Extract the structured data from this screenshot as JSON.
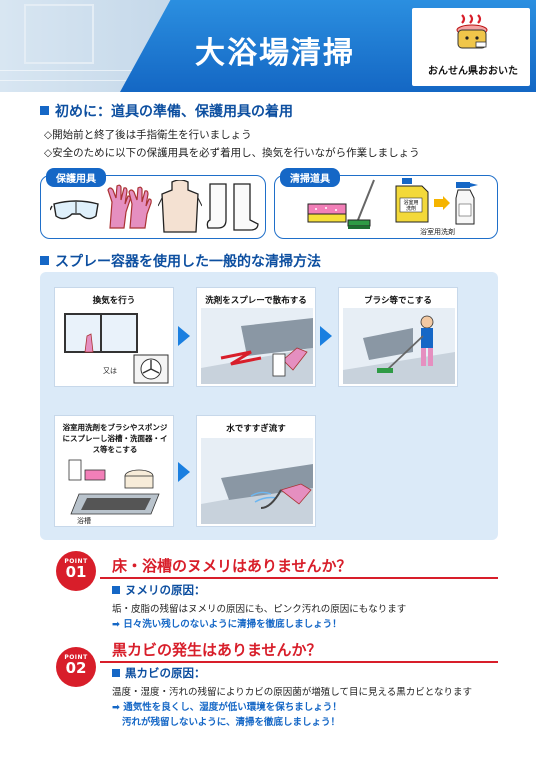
{
  "header": {
    "title": "大浴場清掃",
    "logo_text": "おんせん県おおいた",
    "brand_color": "#1567c6"
  },
  "intro": {
    "heading": "初めに：道具の準備、保護用具の着用",
    "lines": [
      "◇開始前と終了後は手指衛生を行いましょう",
      "◇安全のために以下の保護用具を必ず着用し、換気を行いながら作業しましょう"
    ]
  },
  "protective": {
    "tag": "保護用具",
    "items": [
      "goggles-icon",
      "gloves-icon",
      "apron-icon",
      "boots-icon"
    ]
  },
  "cleaning_tools": {
    "tag": "清掃道具",
    "bottle_label": "浴室用\n洗剤",
    "caption": "浴室用洗剤"
  },
  "spray": {
    "heading": "スプレー容器を使用した一般的な清掃方法",
    "steps": [
      {
        "title": "換気を行う",
        "sub": "又は"
      },
      {
        "title": "洗剤をスプレーで散布する"
      },
      {
        "title": "ブラシ等でこする"
      },
      {
        "title": "浴室用洗剤をブラシやスポンジにスプレーし浴槽・洗面器・イス等をこする",
        "sub": "浴槽"
      },
      {
        "title": "水ですすぎ流す"
      }
    ]
  },
  "points": [
    {
      "label": "POINT",
      "number": "01",
      "title": "床・浴槽のヌメリはありませんか？",
      "cause_heading": "ヌメリの原因：",
      "body": "垢・皮脂の残留はヌメリの原因にも、ピンク汚れの原因にもなります",
      "tips": [
        "➡ 日々洗い残しのないように清掃を徹底しましょう！"
      ]
    },
    {
      "label": "POINT",
      "number": "02",
      "title": "黒カビの発生はありませんか？",
      "cause_heading": "黒カビの原因：",
      "body": "温度・湿度・汚れの残留によりカビの原因菌が増殖して目に見える黒カビとなります",
      "tips": [
        "➡ 通気性を良くし、湿度が低い環境を保ちましょう！",
        "汚れが残留しないように、清掃を徹底しましょう！"
      ]
    }
  ],
  "colors": {
    "accent_blue": "#1567c6",
    "point_red": "#d81e2a",
    "steps_bg": "#dbeaf8"
  }
}
